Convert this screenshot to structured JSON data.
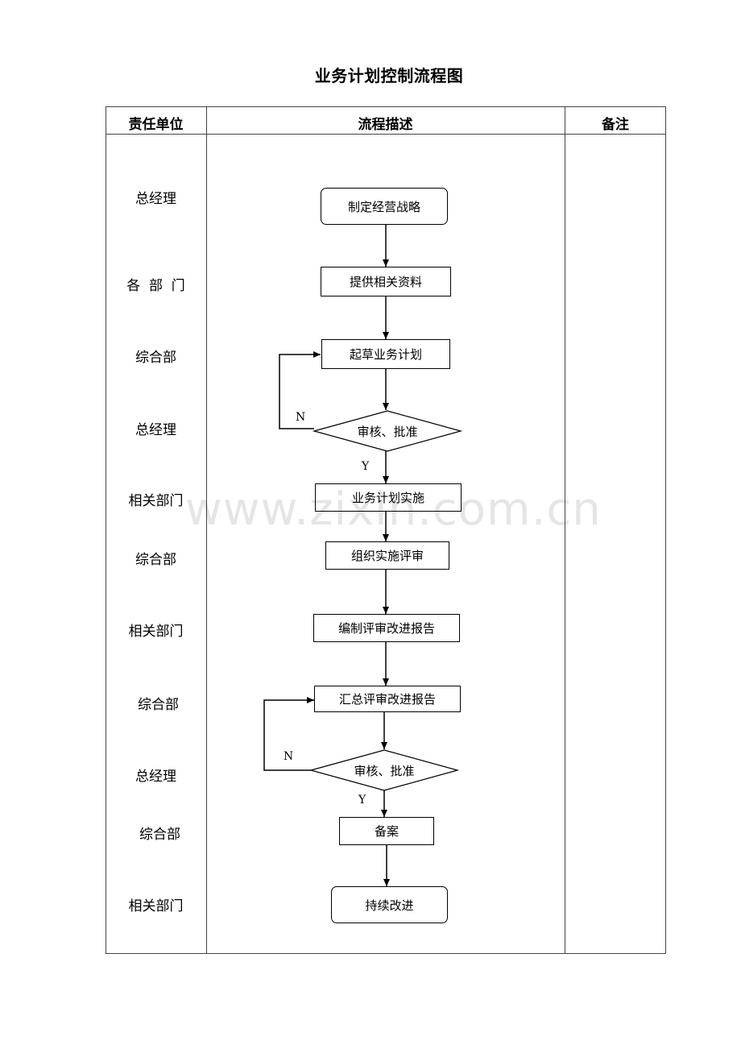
{
  "title": "业务计划控制流程图",
  "header": {
    "col1": "责任单位",
    "col2": "流程描述",
    "col3": "备注"
  },
  "roles": [
    "总经理",
    "各  部  门",
    "综合部",
    "总经理",
    "相关部门",
    "综合部",
    "相关部门",
    "综合部",
    "总经理",
    "综合部",
    "相关部门"
  ],
  "nodes": {
    "strategy": "制定经营战略",
    "materials": "提供相关资料",
    "draft": "起草业务计划",
    "review1": "审核、批准",
    "implement": "业务计划实施",
    "eval": "组织实施评审",
    "compile": "编制评审改进报告",
    "summary": "汇总评审改进报告",
    "review2": "审核、批准",
    "archive": "备案",
    "improve": "持续改进"
  },
  "labels": {
    "n1": "N",
    "y1": "Y",
    "n2": "N",
    "y2": "Y"
  },
  "watermark": "www.zixin.com.cn"
}
